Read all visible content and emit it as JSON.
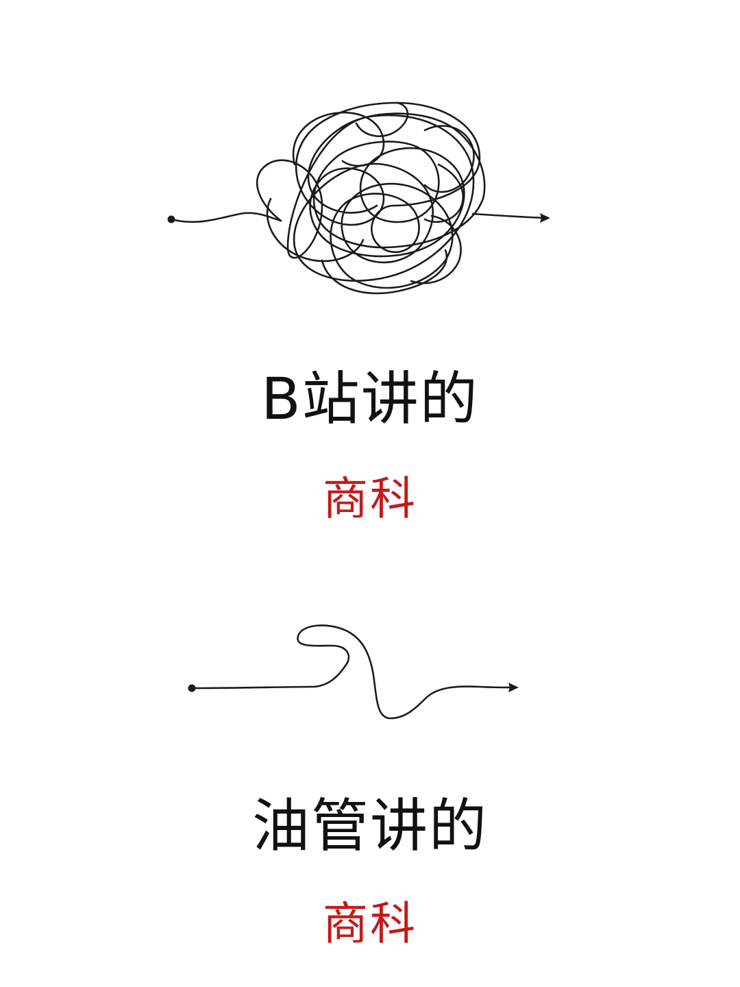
{
  "colors": {
    "background": "#ffffff",
    "line": "#1a1a1a",
    "title_text": "#111111",
    "accent_text": "#c41a1a"
  },
  "panels": [
    {
      "drawing": "tangled-line-arrow",
      "title": "B站讲的",
      "subtitle": "商科"
    },
    {
      "drawing": "slightly-wavy-line-arrow",
      "title": "油管讲的",
      "subtitle": "商科"
    }
  ]
}
